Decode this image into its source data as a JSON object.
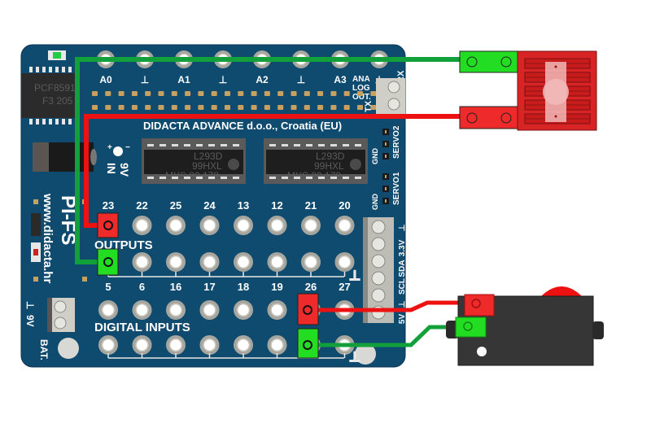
{
  "board": {
    "name": "PI-FS",
    "website": "www.didacta.hr",
    "manufacturer": "DIDACTA ADVANCE d.o.o., Croatia (EU)",
    "color": "#0e4a6e",
    "adc_chip": {
      "line1": "PCF8591",
      "line2": "F3 205"
    },
    "motor_chips": [
      {
        "line1": "L293D",
        "line2": "99HXL",
        "line3": "MYS  99 178"
      },
      {
        "line1": "L293D",
        "line2": "99HXL",
        "line3": "MYS  99 178"
      }
    ],
    "power_in": {
      "voltage": "9V",
      "in": "IN"
    },
    "analog_header": {
      "labels": [
        "A0",
        "⊥",
        "A1",
        "⊥",
        "A2",
        "⊥",
        "A3",
        "⊥"
      ],
      "side_label": [
        "ANA",
        "LOG",
        "OUT."
      ],
      "rx": "RX",
      "tx": "TX"
    },
    "servo": {
      "servo2": "SERVO2",
      "servo1": "SERVO1",
      "gnd": "GND"
    },
    "outputs": {
      "title": "OUTPUTS",
      "top_row": [
        "23",
        "22",
        "25",
        "24",
        "13",
        "12",
        "21",
        "20"
      ],
      "bottom_row": [
        "5",
        "6",
        "16",
        "17",
        "18",
        "19",
        "26",
        "27"
      ],
      "ground": "⊥"
    },
    "digital_inputs": {
      "title": "DIGITAL INPUTS",
      "ground": "⊥"
    },
    "i2c_terminal": {
      "labels": [
        "⊥",
        "3.3V",
        "SDA",
        "SCL",
        "⊥",
        "5V"
      ]
    },
    "battery": {
      "ground": "⊥",
      "voltage": "9V",
      "label": "BAT."
    }
  },
  "connections": [
    {
      "from": "output-23",
      "to": "sensor-bottom-terminal",
      "color": "#ee1111"
    },
    {
      "from": "output-5",
      "to": "sensor-top-terminal",
      "color": "#11a03a"
    },
    {
      "from": "input-26",
      "to": "switch-top-terminal",
      "color": "#ee1111"
    },
    {
      "from": "input-bottom-26",
      "to": "switch-bottom-terminal",
      "color": "#11a03a"
    }
  ],
  "components": {
    "sensor": {
      "name": "moisture-sensor",
      "color": "#d82020"
    },
    "switch": {
      "name": "micro-switch",
      "color": "#333333"
    }
  },
  "colors": {
    "red_wire": "#ee1111",
    "green_wire": "#11a03a",
    "red_plug": "#ee2a2a",
    "green_plug": "#22dd22"
  }
}
